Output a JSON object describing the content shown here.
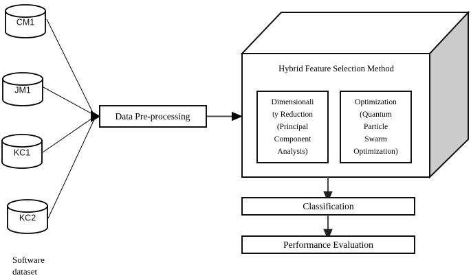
{
  "figure": {
    "type": "flow-diagram",
    "background_color": "#ffffff",
    "line_color": "#000000",
    "shade_color": "#cccccc"
  },
  "datasources": {
    "caption_line1": "Software",
    "caption_line2": "dataset",
    "items": [
      {
        "label": "CM1",
        "icon": "database-cylinder-icon"
      },
      {
        "label": "JM1",
        "icon": "database-cylinder-icon"
      },
      {
        "label": "KC1",
        "icon": "database-cylinder-icon"
      },
      {
        "label": "KC2",
        "icon": "database-cylinder-icon"
      }
    ]
  },
  "preprocessing": {
    "label": "Data Pre-processing"
  },
  "hybrid_box": {
    "title": "Hybrid Feature Selection Method",
    "side_face_color": "#cccccc",
    "modules": [
      {
        "name": "dimensionality-reduction",
        "lines": [
          "Dimensionali",
          "ty Reduction",
          "(Principal",
          "Component",
          "Analysis)"
        ]
      },
      {
        "name": "optimization",
        "lines": [
          "Optimization",
          "(Quantum",
          "Particle",
          "Swarm",
          "Optimization)"
        ]
      }
    ]
  },
  "pipeline": {
    "classification_label": "Classification",
    "performance_label": "Performance Evaluation"
  }
}
